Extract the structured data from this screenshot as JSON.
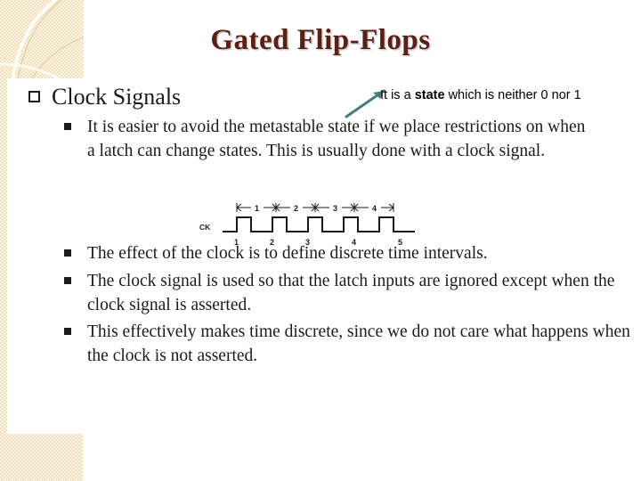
{
  "slide": {
    "title": "Gated Flip-Flops",
    "title_color": "#5c1f14",
    "background_color": "#ffffff",
    "accent_color": "#f3e2be"
  },
  "callout": {
    "text_before": "It is a ",
    "text_bold": "state",
    "text_after": " which is neither 0 nor 1",
    "arrow_color": "#4a7b7b",
    "arrow_icon": "arrow-up-right-icon"
  },
  "outline": {
    "heading": "Clock Signals",
    "heading_bullet": "hollow-square-bullet-icon",
    "bullets": [
      {
        "bullet": "filled-square-bullet-icon",
        "text": "It is easier to avoid the metastable state if we place restrictions on when a latch can change states. This is usually done with a clock signal."
      },
      {
        "bullet": "filled-square-bullet-icon",
        "text": "The effect of the clock is to define discrete time intervals."
      },
      {
        "bullet": "filled-square-bullet-icon",
        "text": "The clock signal is used so that the latch inputs are ignored except when the clock signal is asserted."
      },
      {
        "bullet": "filled-square-bullet-icon",
        "text": "This effectively makes time discrete, since we do not care what happens when the clock is not asserted."
      }
    ]
  },
  "figure": {
    "name": "clock-waveform-diagram",
    "signal_label": "CK",
    "pulse_labels": [
      "1",
      "2",
      "3",
      "4",
      "5"
    ],
    "interval_labels": [
      "1",
      "2",
      "3",
      "4"
    ],
    "line_color": "#1b1b1b"
  }
}
